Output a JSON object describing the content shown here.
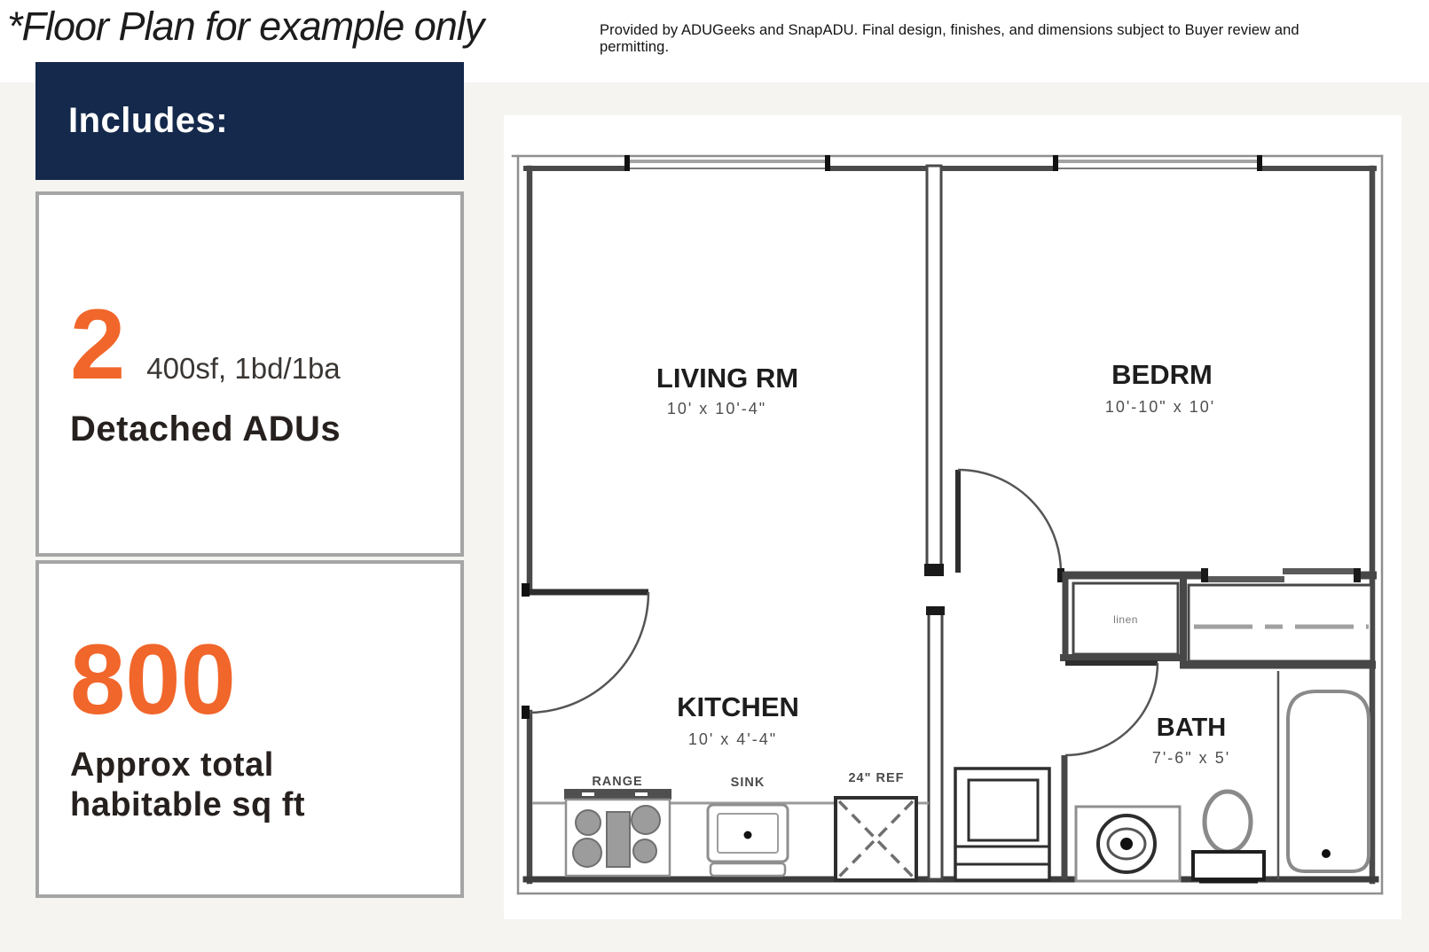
{
  "page": {
    "title": "*Floor Plan for example only",
    "disclaimer": "Provided by ADUGeeks and SnapADU. Final design, finishes, and dimensions subject to Buyer review and permitting."
  },
  "sidebar": {
    "includes_label": "Includes:",
    "unit_card": {
      "count": "2",
      "spec": "400sf, 1bd/1ba",
      "label": "Detached ADUs"
    },
    "sqft_card": {
      "number": "800",
      "label_line1": "Approx total",
      "label_line2": "habitable sq ft"
    }
  },
  "colors": {
    "navy": "#14294b",
    "orange": "#f1662a",
    "card_border": "#a5a5a5",
    "page_background": "#f5f4f1",
    "wall_dark": "#474747",
    "line_gray": "#9a9a9a"
  },
  "floor_plan": {
    "rooms": [
      {
        "name": "LIVING RM",
        "dims": "10' x 10'-4\""
      },
      {
        "name": "BEDRM",
        "dims": "10'-10\" x 10'"
      },
      {
        "name": "KITCHEN",
        "dims": "10' x 4'-4\""
      },
      {
        "name": "BATH",
        "dims": "7'-6\" x 5'"
      }
    ],
    "fixtures": {
      "linen": "linen",
      "range": "RANGE",
      "sink": "SINK",
      "fridge": "24\" REF"
    }
  }
}
